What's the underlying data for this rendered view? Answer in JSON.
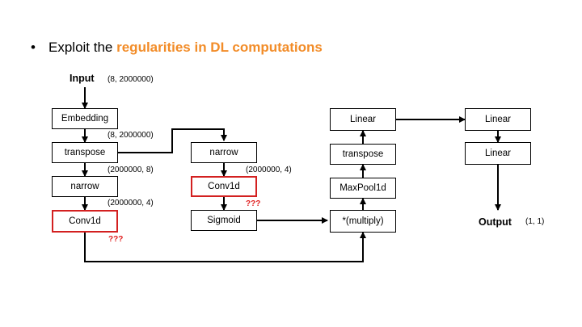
{
  "slide": {
    "bullet": "•",
    "headline_prefix": "Exploit the ",
    "headline_highlight": "regularities in DL computations",
    "accent_color": "#f28c28",
    "error_color": "#d32020"
  },
  "input": {
    "label": "Input",
    "shape": "(8, 2000000)"
  },
  "output": {
    "label": "Output",
    "shape": "(1, 1)"
  },
  "nodes": {
    "embedding": "Embedding",
    "transpose_left": "transpose",
    "narrow_left": "narrow",
    "conv1d_left": "Conv1d",
    "narrow_mid": "narrow",
    "conv1d_mid": "Conv1d",
    "sigmoid": "Sigmoid",
    "multiply": "*(multiply)",
    "maxpool": "MaxPool1d",
    "transpose_right": "transpose",
    "linear_mid": "Linear",
    "linear_right_top": "Linear",
    "linear_right_bottom": "Linear"
  },
  "shapes": {
    "after_embedding": "(8, 2000000)",
    "after_transpose": "(2000000, 8)",
    "after_narrow_left": "(2000000, 4)",
    "after_narrow_mid": "(2000000, 4)"
  },
  "markers": {
    "conv1d_left_unknown": "???",
    "conv1d_mid_unknown": "???"
  }
}
